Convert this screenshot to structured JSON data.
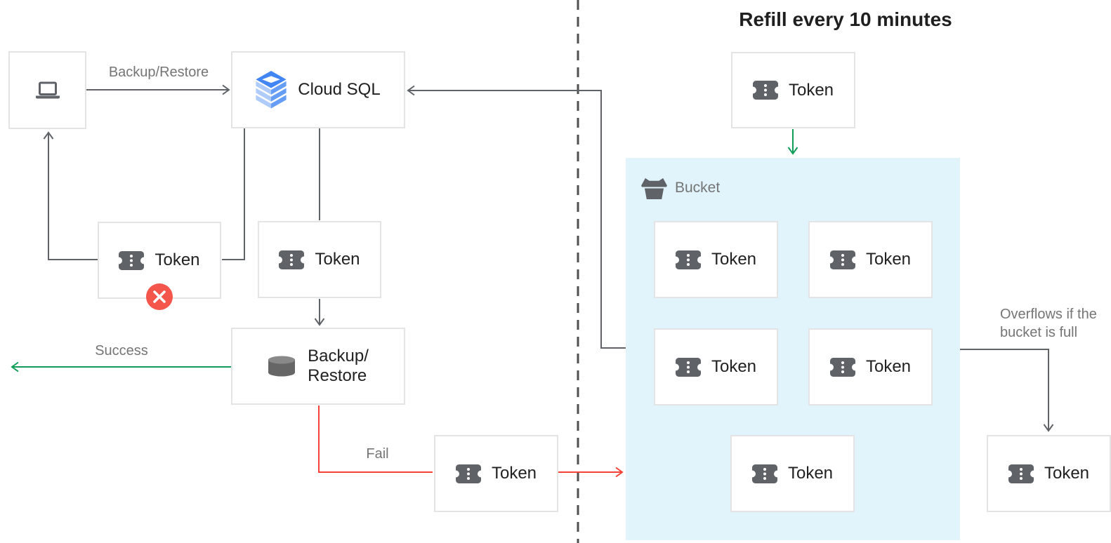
{
  "title": "Refill every 10 minutes",
  "labels": {
    "token": "Token",
    "cloud_sql": "Cloud SQL",
    "backup_restore_line1": "Backup/",
    "backup_restore_line2": "Restore",
    "bucket": "Bucket"
  },
  "edge_labels": {
    "backup_restore": "Backup/Restore",
    "success": "Success",
    "fail": "Fail",
    "overflow_line1": "Overflows if the",
    "overflow_line2": "bucket is full"
  },
  "icons": {
    "laptop": "laptop-icon",
    "cloud_sql": "cloud-sql-icon",
    "database": "database-icon",
    "token": "ticket-icon",
    "bucket": "bucket-icon",
    "error": "error-x-icon"
  },
  "colors": {
    "connector_gray": "#5f6368",
    "success_green": "#0f9d58",
    "fail_red": "#f44336",
    "divider_gray": "#4f4f4f",
    "bucket_fill": "#e1f3fb",
    "box_border": "#e4e4e4",
    "label_gray": "#757575",
    "text_dark": "#212121",
    "error_badge_red": "#f4564c",
    "icon_gray": "#5f6368",
    "cloud_sql_blue": "#4285f4",
    "cloud_sql_light_blue": "#aecbfa",
    "cloud_sql_mid_blue": "#669df6"
  }
}
